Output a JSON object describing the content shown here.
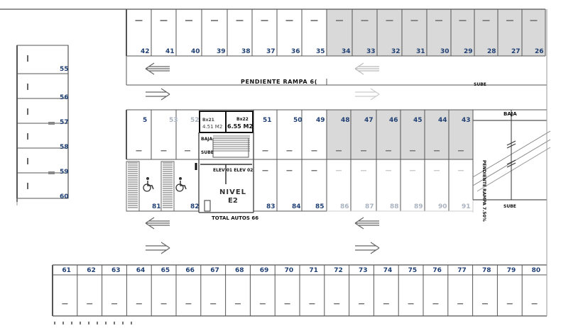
{
  "labels": {
    "ramp_top": "PENDIENTE RAMPA 6(",
    "ramp_right": "PENDIENTE RAMPA 7.50%",
    "sube_top": "SUBE",
    "baja_right": "BAJA",
    "sube_right": "SUBE",
    "baja_stair": "BAJA",
    "sube_stair": "SUBE",
    "elev": "ELEV 01 ELEV 02",
    "nivel": "NIVEL",
    "nivel_code": "E2",
    "total": "TOTAL AUTOS 66",
    "bodega_left_code": "Bx21",
    "bodega_left_area": "4.51 M2",
    "bodega_right_code": "Bx22",
    "bodega_right_area": "6.55 M2"
  },
  "spaces": {
    "top_row": [
      "42",
      "41",
      "40",
      "39",
      "38",
      "37",
      "36",
      "35",
      "34",
      "33",
      "32",
      "31",
      "30",
      "29",
      "28",
      "27",
      "26"
    ],
    "left_column": [
      "55",
      "56",
      "57",
      "58",
      "59",
      "60"
    ],
    "middle_row": [
      "5",
      "53",
      "52",
      "51",
      "50",
      "49",
      "48",
      "47",
      "46",
      "45",
      "44",
      "43"
    ],
    "lower_middle_row": [
      "81",
      "82",
      "83",
      "84",
      "85",
      "86",
      "87",
      "88",
      "89",
      "90",
      "91"
    ],
    "bottom_row": [
      "61",
      "62",
      "63",
      "64",
      "65",
      "66",
      "67",
      "68",
      "69",
      "70",
      "71",
      "72",
      "73",
      "74",
      "75",
      "76",
      "77",
      "78",
      "79",
      "80"
    ]
  },
  "colors": {
    "line": "#555555",
    "shaded_space": "#d9d9d9",
    "space_number": "#1f3f73",
    "faded_number": "#aab3c0"
  }
}
